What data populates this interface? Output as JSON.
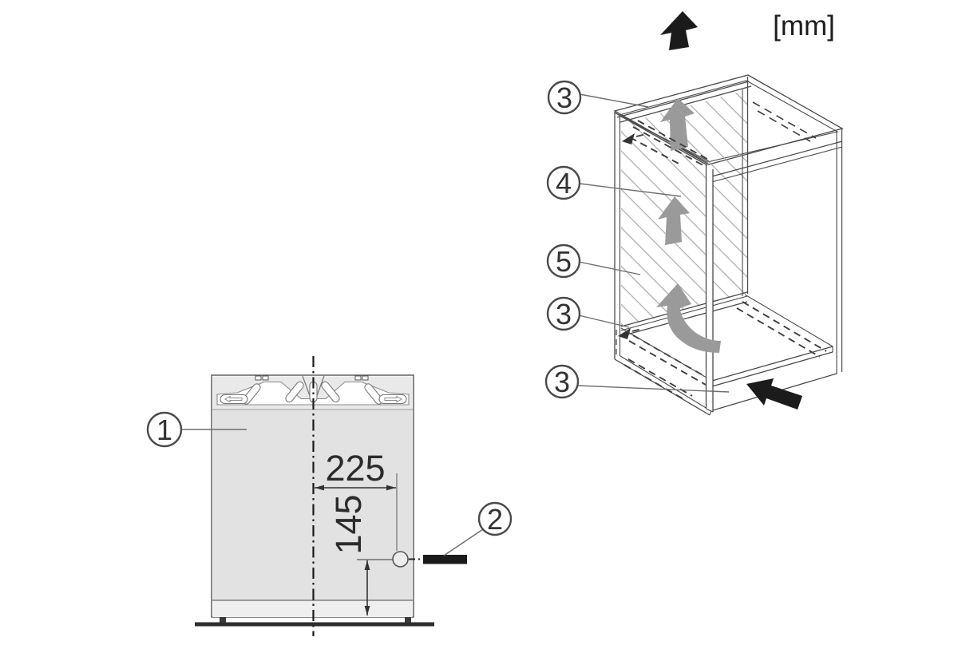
{
  "figure": {
    "unit_label": "[mm]"
  },
  "left_view": {
    "callout_1": "1",
    "callout_2": "2",
    "dim_horizontal": "225",
    "dim_vertical": "145"
  },
  "right_view": {
    "callout_top_rail": "3",
    "callout_rail_mid": "4",
    "callout_panel": "5",
    "callout_bottom_rail": "3",
    "callout_plinth_rail": "3"
  },
  "colors": {
    "line": "#4a4a4a",
    "panel_fill": "#e2e2e2",
    "plinth_fill": "#efefef",
    "strip_fill": "#e9e9e9",
    "gray_arrow": "#9a9a9a",
    "black": "#1b1b1b"
  }
}
